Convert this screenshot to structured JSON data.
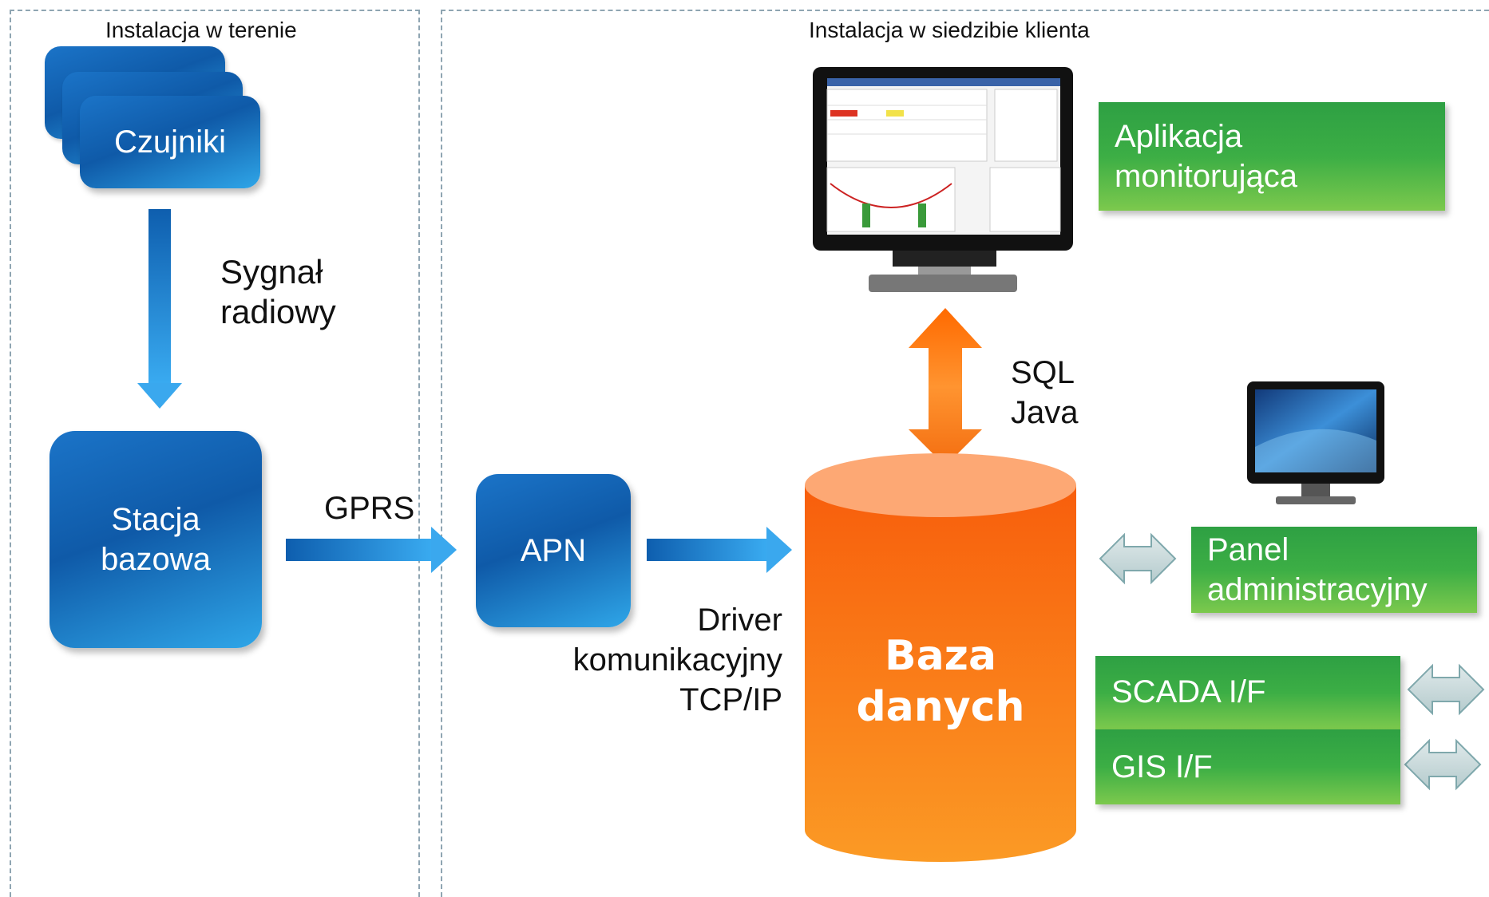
{
  "zones": {
    "field_title": "Instalacja w terenie",
    "client_title": "Instalacja w siedzibie klienta"
  },
  "nodes": {
    "sensors": "Czujniki",
    "base_station": "Stacja\nbazowa",
    "apn": "APN",
    "database": "Baza\ndanych",
    "monitoring_app": "Aplikacja\nmonitorująca",
    "admin_panel": "Panel\nadministracyjny",
    "scada": "SCADA I/F",
    "gis": "GIS I/F"
  },
  "connections": {
    "radio_signal": "Sygnał\nradiowy",
    "gprs": "GPRS",
    "driver": "Driver\nkomunikacyjny\nTCP/IP",
    "sql_java": "SQL\nJava"
  },
  "colors": {
    "blue": "#0f5aa8",
    "orange": "#f7751a",
    "green": "#3cae45",
    "dashed_border": "#8fa5b2"
  }
}
